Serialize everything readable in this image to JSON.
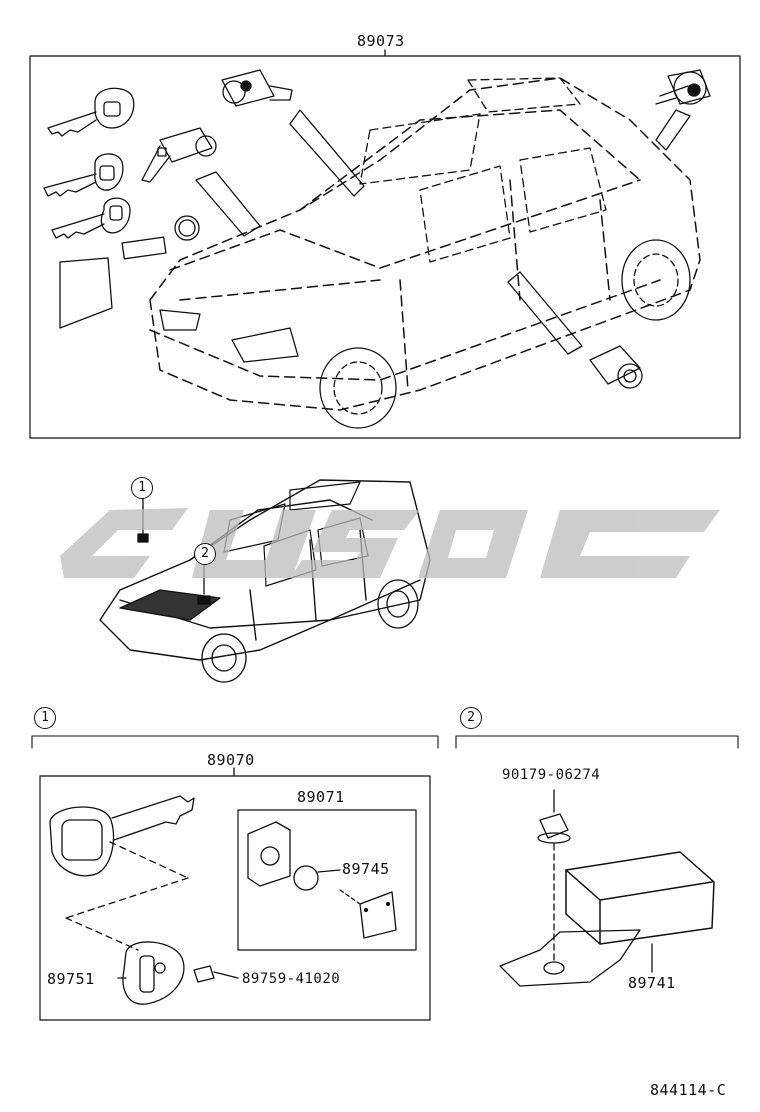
{
  "top_assembly": {
    "label": "89073"
  },
  "locator": {
    "callout_1": "1",
    "callout_2": "2"
  },
  "watermark": {
    "text": "cusoc"
  },
  "section_1": {
    "marker": "1",
    "assembly_label": "89070",
    "sub_assembly_label": "89071",
    "parts": {
      "p89745": "89745",
      "p89751": "89751",
      "p89759": "89759-41020"
    }
  },
  "section_2": {
    "marker": "2",
    "parts": {
      "p90179": "90179-06274",
      "p89741": "89741"
    }
  },
  "footer": {
    "drawing_no": "844114-C"
  }
}
